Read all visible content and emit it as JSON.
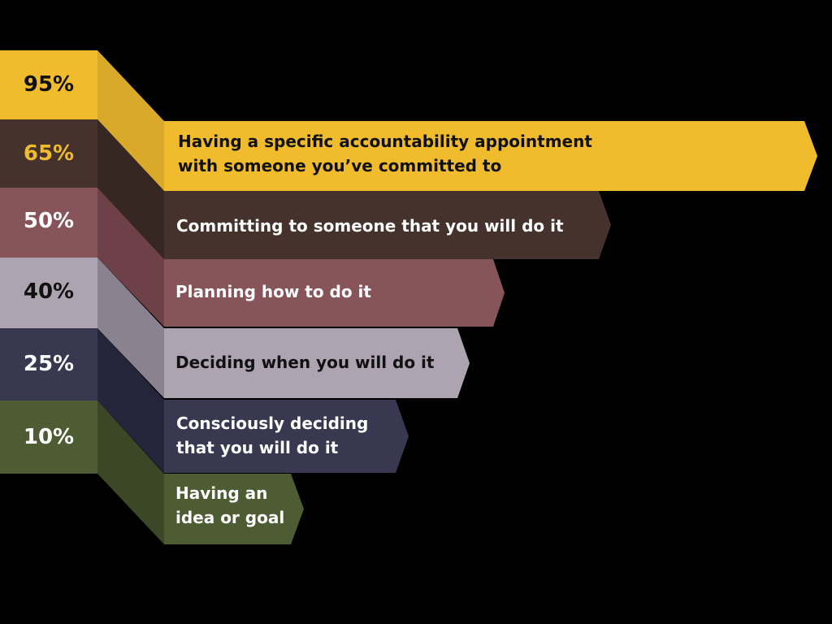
{
  "colors": {
    "background": "#000000",
    "yellow": "#f0bb2c",
    "yellow_side": "#d9a92a",
    "brown": "#45322c",
    "brown_side": "#362723",
    "mauve": "#87545a",
    "mauve_side": "#6d4147",
    "lilac": "#aea4b1",
    "lilac_side": "#8b8290",
    "navy": "#383850",
    "navy_side": "#24243a",
    "olive": "#4d5c32",
    "olive_side": "#3b4726"
  },
  "tiers": [
    {
      "percent": "95%",
      "label_lines": [
        "Having a specific accountability appointment",
        "with someone you’ve committed to"
      ],
      "color": "#f0bb2c",
      "side_color": "#d9a92a",
      "percent_color": "#111111",
      "label_color": "#111111"
    },
    {
      "percent": "65%",
      "label_lines": [
        "Committing to someone that you will do it"
      ],
      "color": "#45322c",
      "side_color": "#362723",
      "percent_color": "#f0bb2c",
      "label_color": "#ffffff"
    },
    {
      "percent": "50%",
      "label_lines": [
        "Planning how to do it"
      ],
      "color": "#87545a",
      "side_color": "#6d4147",
      "percent_color": "#ffffff",
      "label_color": "#ffffff"
    },
    {
      "percent": "40%",
      "label_lines": [
        "Deciding when you will do it"
      ],
      "color": "#aea4b1",
      "side_color": "#8b8290",
      "percent_color": "#111111",
      "label_color": "#111111"
    },
    {
      "percent": "25%",
      "label_lines": [
        "Consciously deciding",
        "that you will do it"
      ],
      "color": "#383850",
      "side_color": "#24243a",
      "percent_color": "#ffffff",
      "label_color": "#ffffff"
    },
    {
      "percent": "10%",
      "label_lines": [
        "Having an",
        "idea or goal"
      ],
      "color": "#4d5c32",
      "side_color": "#3b4726",
      "percent_color": "#ffffff",
      "label_color": "#ffffff"
    }
  ]
}
